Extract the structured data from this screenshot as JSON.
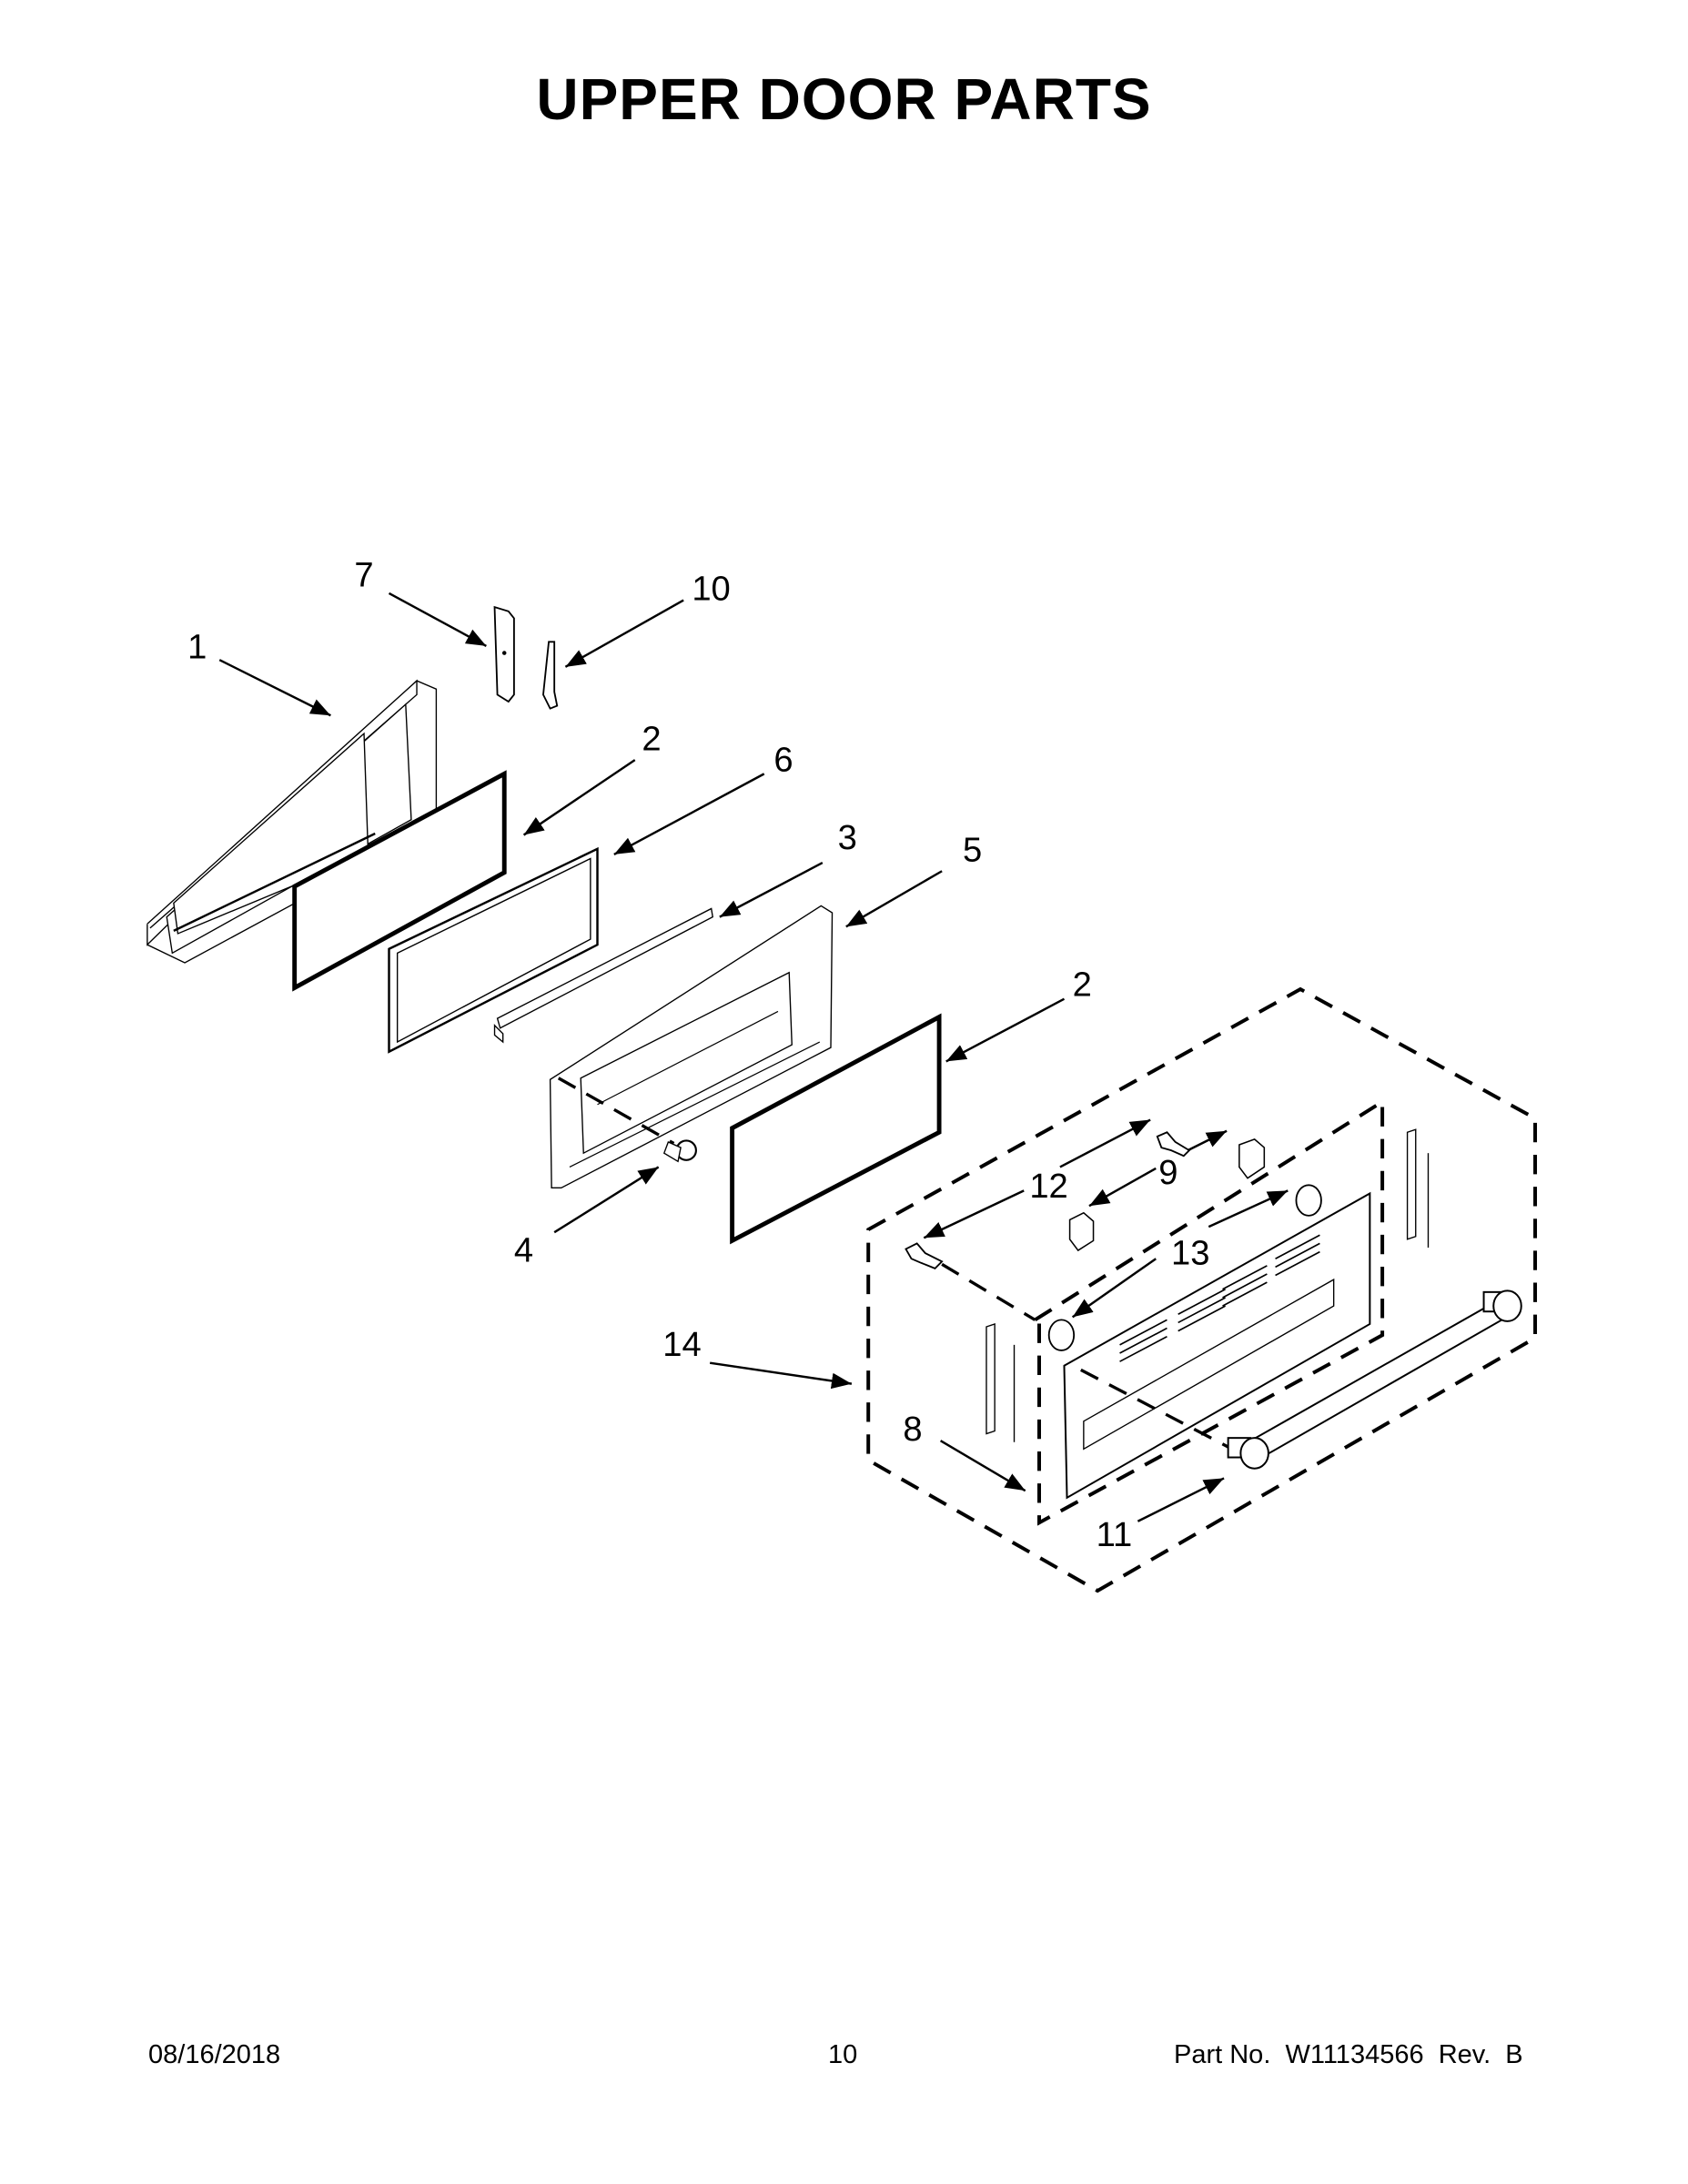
{
  "page": {
    "title": "UPPER DOOR PARTS"
  },
  "callouts": [
    {
      "id": "1",
      "label": "1"
    },
    {
      "id": "2a",
      "label": "2"
    },
    {
      "id": "2b",
      "label": "2"
    },
    {
      "id": "3",
      "label": "3"
    },
    {
      "id": "4",
      "label": "4"
    },
    {
      "id": "5",
      "label": "5"
    },
    {
      "id": "6",
      "label": "6"
    },
    {
      "id": "7",
      "label": "7"
    },
    {
      "id": "8",
      "label": "8"
    },
    {
      "id": "9",
      "label": "9"
    },
    {
      "id": "10",
      "label": "10"
    },
    {
      "id": "11",
      "label": "11"
    },
    {
      "id": "12",
      "label": "12"
    },
    {
      "id": "13",
      "label": "13"
    },
    {
      "id": "14",
      "label": "14"
    }
  ],
  "footer": {
    "date": "08/16/2018",
    "page_number": "10",
    "part_number": "Part No.  W11134566  Rev.  B"
  }
}
